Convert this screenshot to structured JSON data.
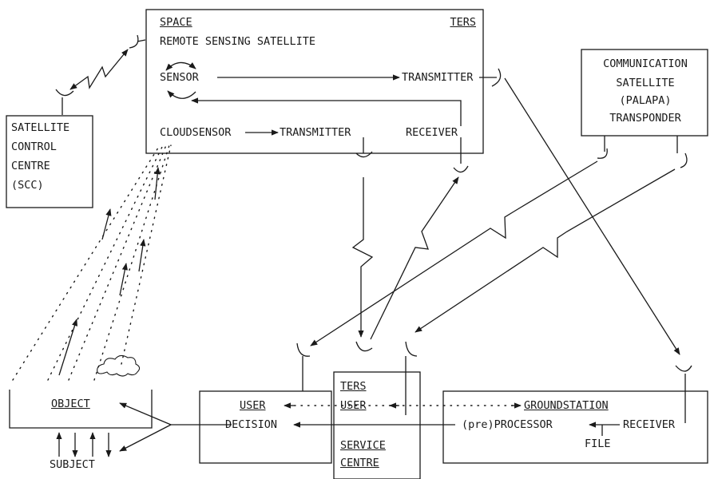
{
  "space": {
    "label": "SPACE",
    "ters": "TERS",
    "title": "REMOTE SENSING SATELLITE",
    "sensor": "SENSOR",
    "transmitter": "TRANSMITTER",
    "cloudsensor": "CLOUDSENSOR",
    "transmitter2": "TRANSMITTER",
    "receiver": "RECEIVER"
  },
  "scc": {
    "line1": "SATELLITE",
    "line2": "CONTROL",
    "line3": "CENTRE",
    "line4": "(SCC)"
  },
  "comsat": {
    "line1": "COMMUNICATION",
    "line2": "SATELLITE",
    "line3": "(PALAPA)",
    "transponder": "TRANSPONDER"
  },
  "ground": {
    "object": "OBJECT",
    "subject": "SUBJECT"
  },
  "user_box": {
    "user": "USER",
    "decision": "DECISION"
  },
  "service_centre": {
    "ters": "TERS",
    "user": "USER",
    "service": "SERVICE",
    "centre": "CENTRE"
  },
  "groundstation": {
    "title": "GROUNDSTATION",
    "processor": "(pre)PROCESSOR",
    "receiver": "RECEIVER",
    "file": "FILE"
  }
}
